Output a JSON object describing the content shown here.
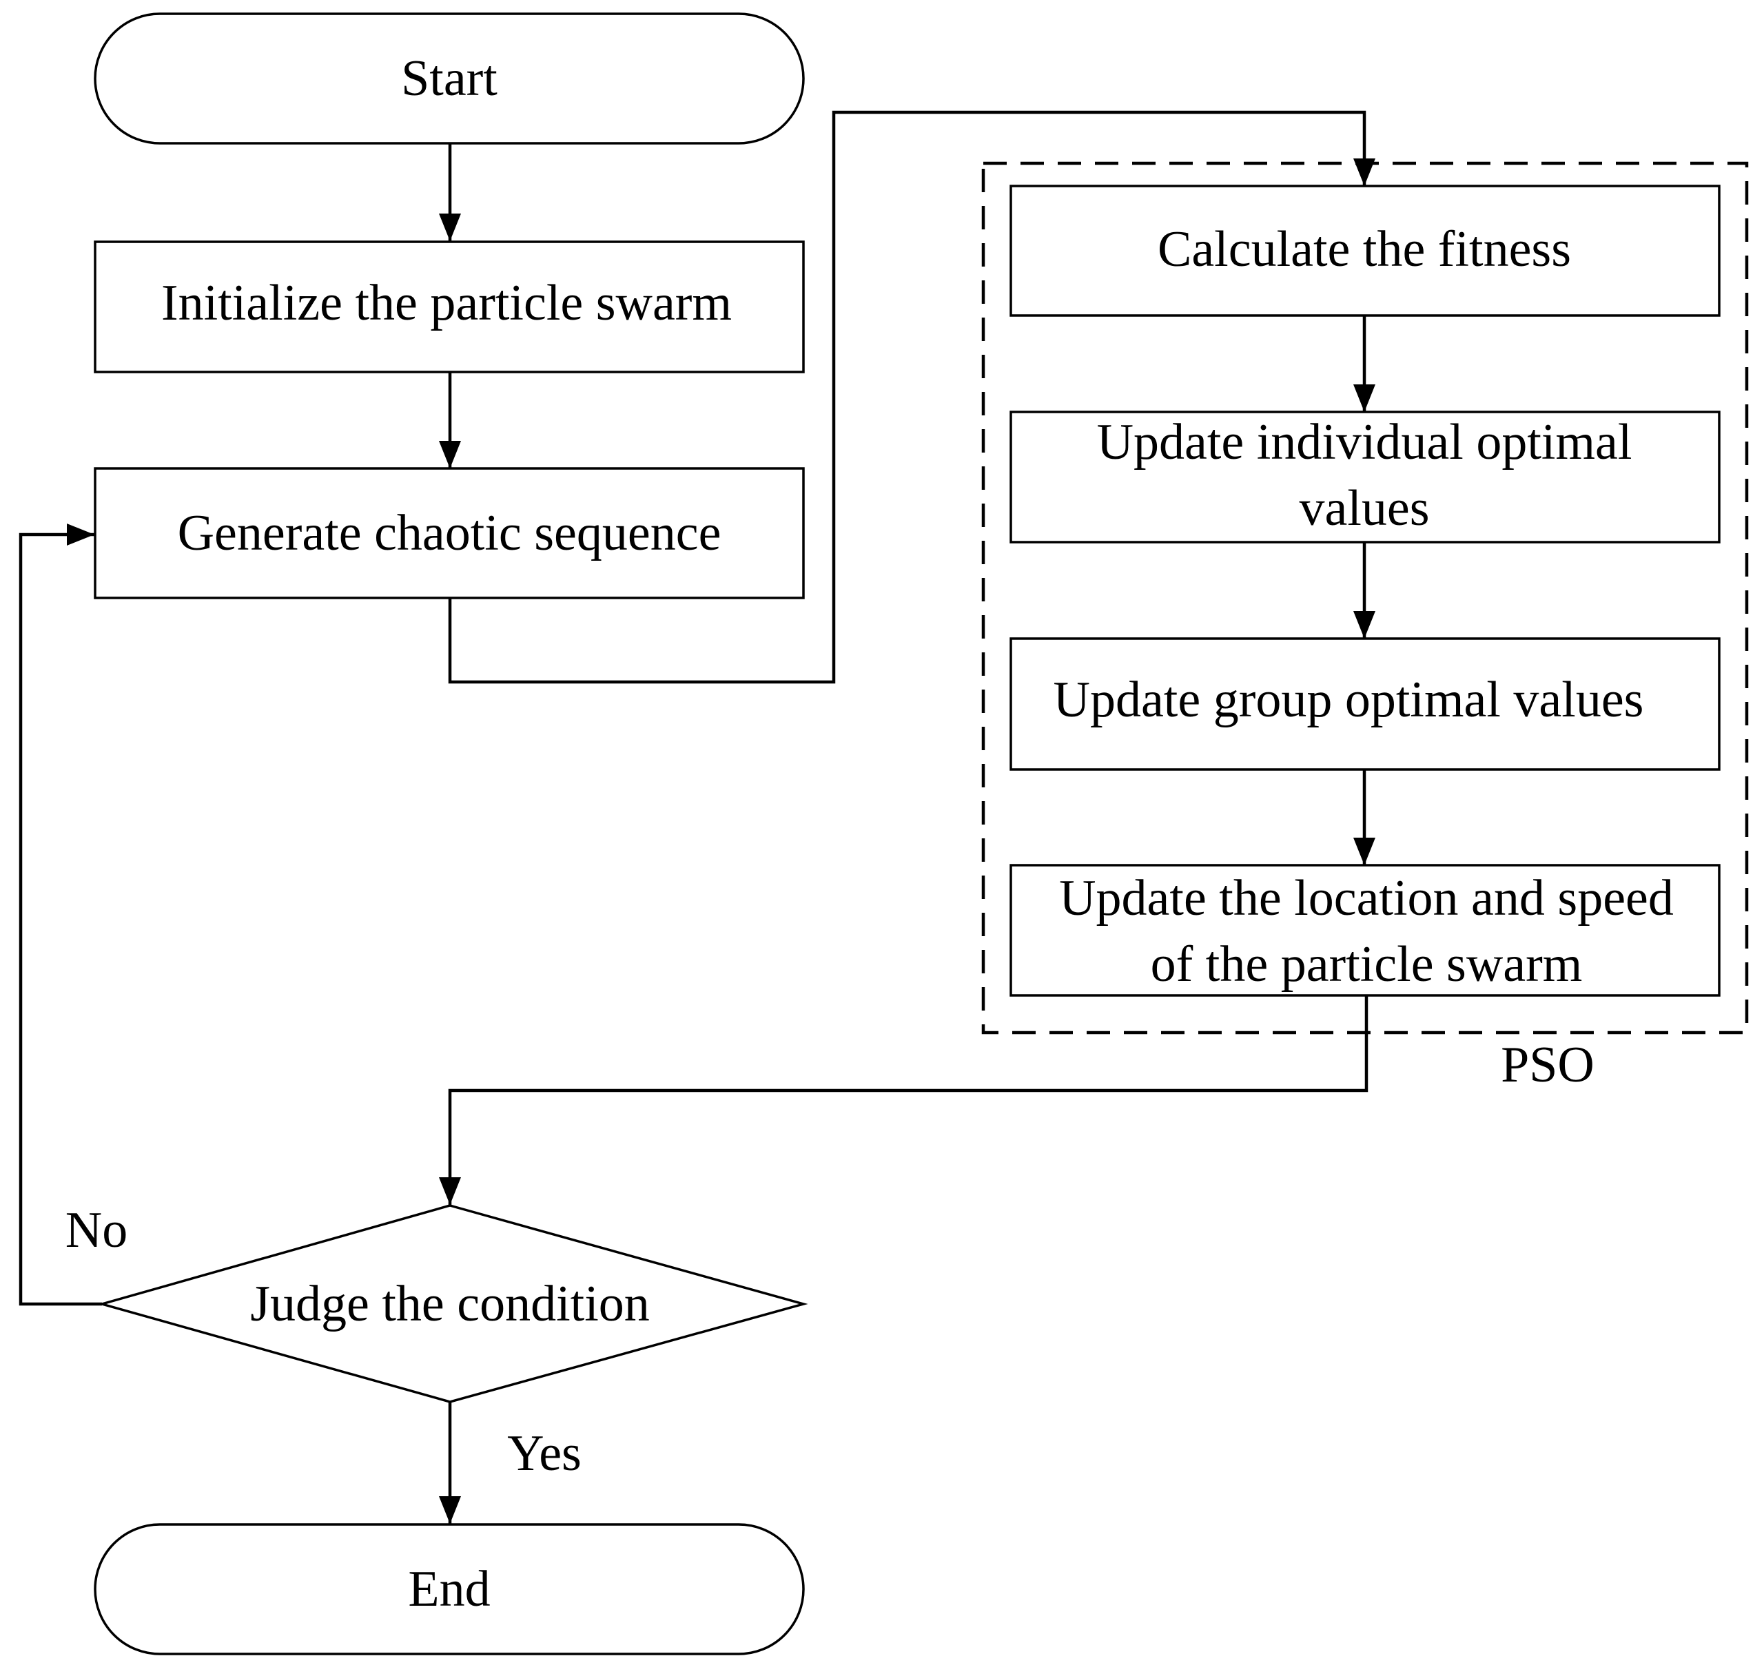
{
  "colors": {
    "background": "#ffffff",
    "stroke": "#000000",
    "text": "#000000"
  },
  "nodes": {
    "start": "Start",
    "init": "Initialize the particle swarm",
    "chaos": "Generate chaotic sequence",
    "fitness": "Calculate the fitness",
    "individual": [
      "Update individual optimal",
      "values"
    ],
    "group": "Update group optimal values",
    "location": [
      "Update the location and speed",
      "of the particle swarm"
    ],
    "judge": "Judge the condition",
    "end": "End"
  },
  "group_label": "PSO",
  "edge_labels": {
    "no": "No",
    "yes": "Yes"
  }
}
